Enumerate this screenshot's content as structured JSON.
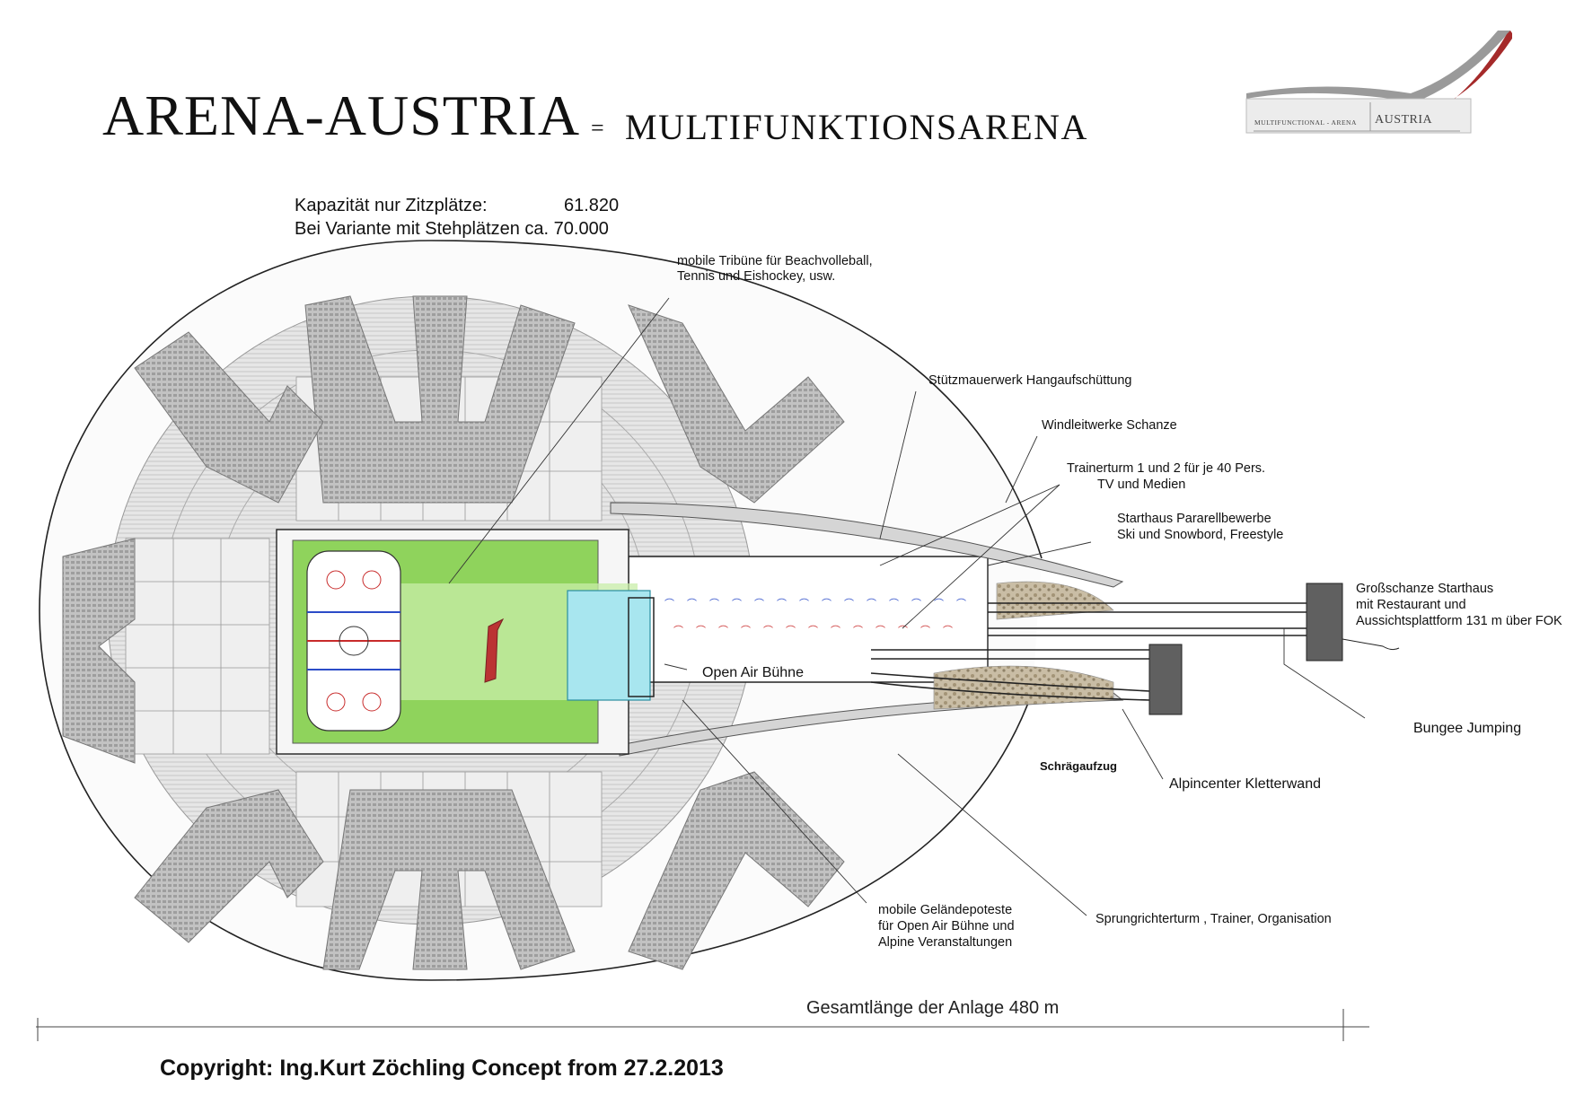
{
  "header": {
    "title": "ARENA-AUSTRIA",
    "equals": "=",
    "subtitle": "MULTIFUNKTIONSARENA"
  },
  "logo": {
    "left_text": "MULTIFUNCTIONAL - ARENA",
    "right_text": "AUSTRIA",
    "colors": {
      "gray": "#9a9a9a",
      "red": "#a52a2a"
    }
  },
  "capacity": {
    "line1_label": "Kapazität nur Zitzplätze:",
    "line1_value": "61.820",
    "line2": "Bei Variante mit Stehplätzen ca. 70.000"
  },
  "labels": {
    "tribune_1": "mobile Tribüne für Beachvolleball,",
    "tribune_2": "Tennis und Eishockey, usw.",
    "stuetzmauer": "Stützmauerwerk Hangaufschüttung",
    "windleit": "Windleitwerke Schanze",
    "trainer_1": "Trainerturm 1 und 2 für je 40 Pers.",
    "trainer_2": "TV und Medien",
    "starthaus_1": "Starthaus Pararellbewerbe",
    "starthaus_2": "Ski und Snowbord, Freestyle",
    "gross_1": "Großschanze Starthaus",
    "gross_2": "mit Restaurant und",
    "gross_3": "Aussichtsplattform 131 m über FOK",
    "open_air": "Open Air Bühne",
    "bungee": "Bungee Jumping",
    "schraeg": "Schrägaufzug",
    "alpin": "Alpincenter Kletterwand",
    "gelaende_1": "mobile Geländepoteste",
    "gelaende_2": "für Open Air Bühne und",
    "gelaende_3": "Alpine Veranstaltungen",
    "sprung": "Sprungrichterturm , Trainer, Organisation"
  },
  "footer": {
    "total_length": "Gesamtlänge der Anlage 480 m",
    "copyright": "Copyright: Ing.Kurt Zöchling Concept from 27.2.2013"
  },
  "colors": {
    "field_green": "#8fd35c",
    "field_light": "#c8eea8",
    "stage_cyan": "#a8e6ef",
    "stand_gray": "#b9b9b9",
    "rock": "#b8a98f"
  }
}
